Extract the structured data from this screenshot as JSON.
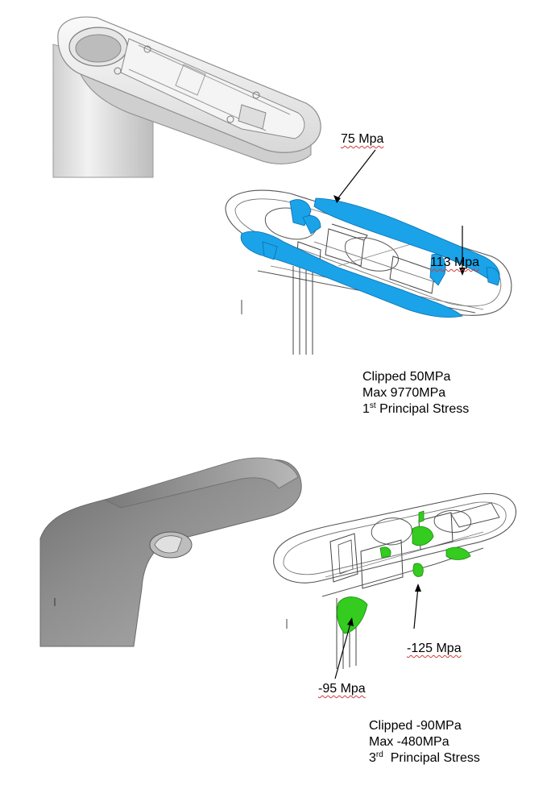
{
  "top": {
    "callout_1": "75 Mpa",
    "callout_2": "113 Mpa",
    "notes": {
      "line_1": "Clipped 50MPa",
      "line_2": "Max 9770MPa",
      "line_3_num": "1",
      "line_3_sup": "st",
      "line_3_rest": " Principal Stress"
    }
  },
  "bottom": {
    "callout_1": "-125 Mpa",
    "callout_2": "-95 Mpa",
    "notes": {
      "line_1": "Clipped -90MPa",
      "line_2": "Max -480MPa",
      "line_3_num": "3",
      "line_3_sup": "rd",
      "line_3_rest": "  Principal Stress"
    }
  },
  "colors": {
    "tensile_region": "#1aa3e8",
    "compressive_region": "#33cc1f",
    "housing_shade": "#8a8a8a"
  }
}
